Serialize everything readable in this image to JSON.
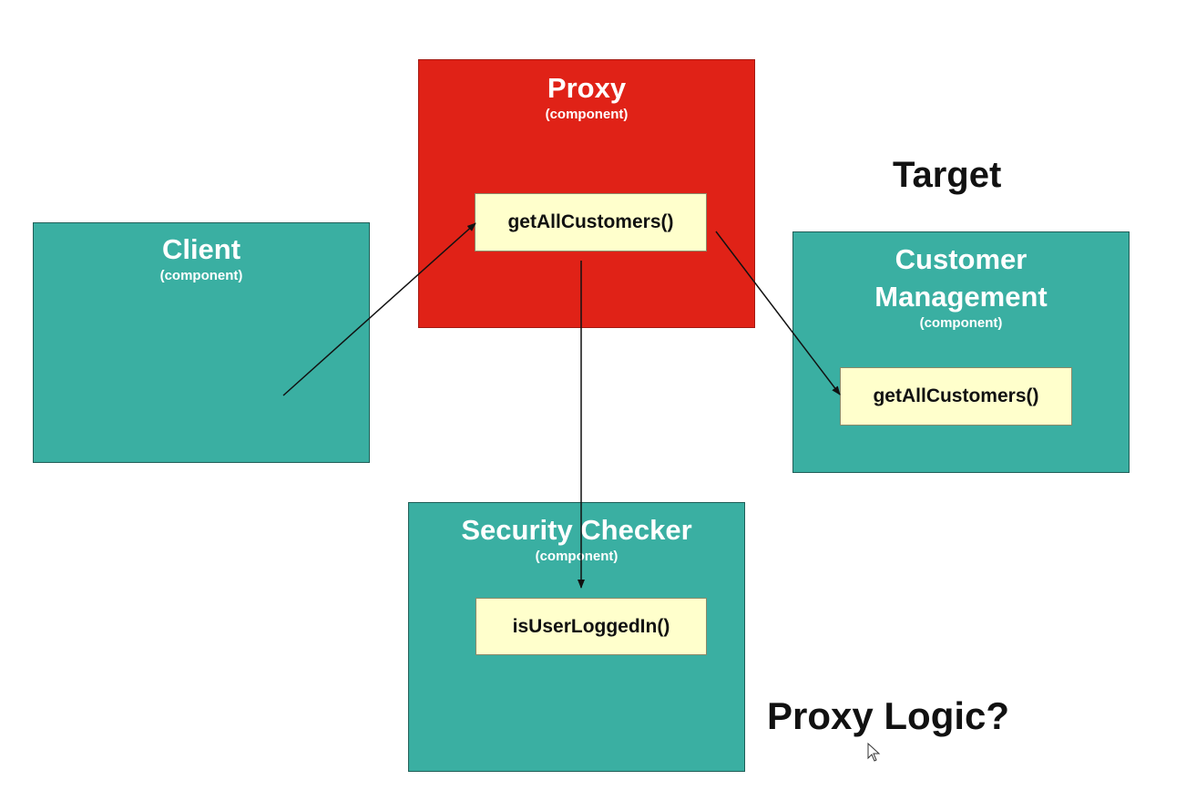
{
  "proxy": {
    "title": "Proxy",
    "subtitle": "(component)",
    "method": "getAllCustomers()"
  },
  "client": {
    "title": "Client",
    "subtitle": "(component)"
  },
  "customer_management": {
    "title_line1": "Customer",
    "title_line2": "Management",
    "subtitle": "(component)",
    "method": "getAllCustomers()"
  },
  "security_checker": {
    "title": "Security Checker",
    "subtitle": "(component)",
    "method": "isUserLoggedIn()"
  },
  "labels": {
    "target": "Target",
    "proxy_logic": "Proxy Logic?"
  },
  "colors": {
    "teal": "#3aafa2",
    "red": "#e02217",
    "method_fill": "#ffffcc"
  },
  "icons": {
    "cursor": "mouse-pointer-icon"
  }
}
